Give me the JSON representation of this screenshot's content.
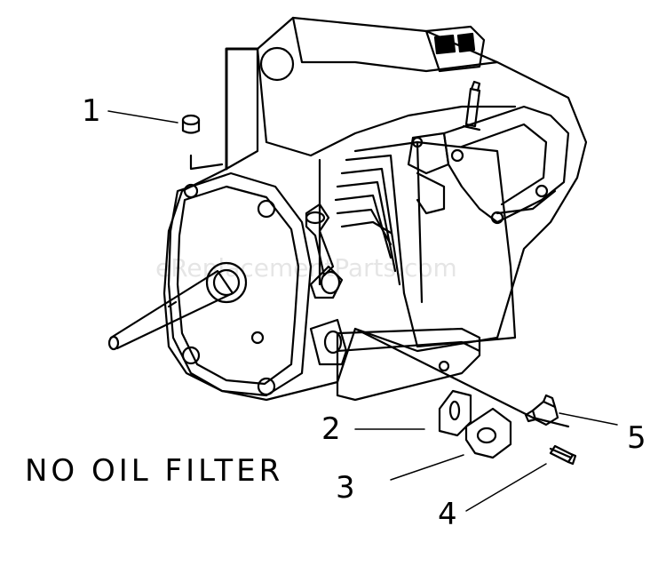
{
  "diagram": {
    "caption": "NO OIL FILTER",
    "watermark": "eReplacementParts.com",
    "callouts": [
      {
        "id": "1",
        "label": "1"
      },
      {
        "id": "2",
        "label": "2"
      },
      {
        "id": "3",
        "label": "3"
      },
      {
        "id": "4",
        "label": "4"
      },
      {
        "id": "5",
        "label": "5"
      }
    ]
  },
  "colors": {
    "line": "#000000",
    "background": "#ffffff"
  }
}
